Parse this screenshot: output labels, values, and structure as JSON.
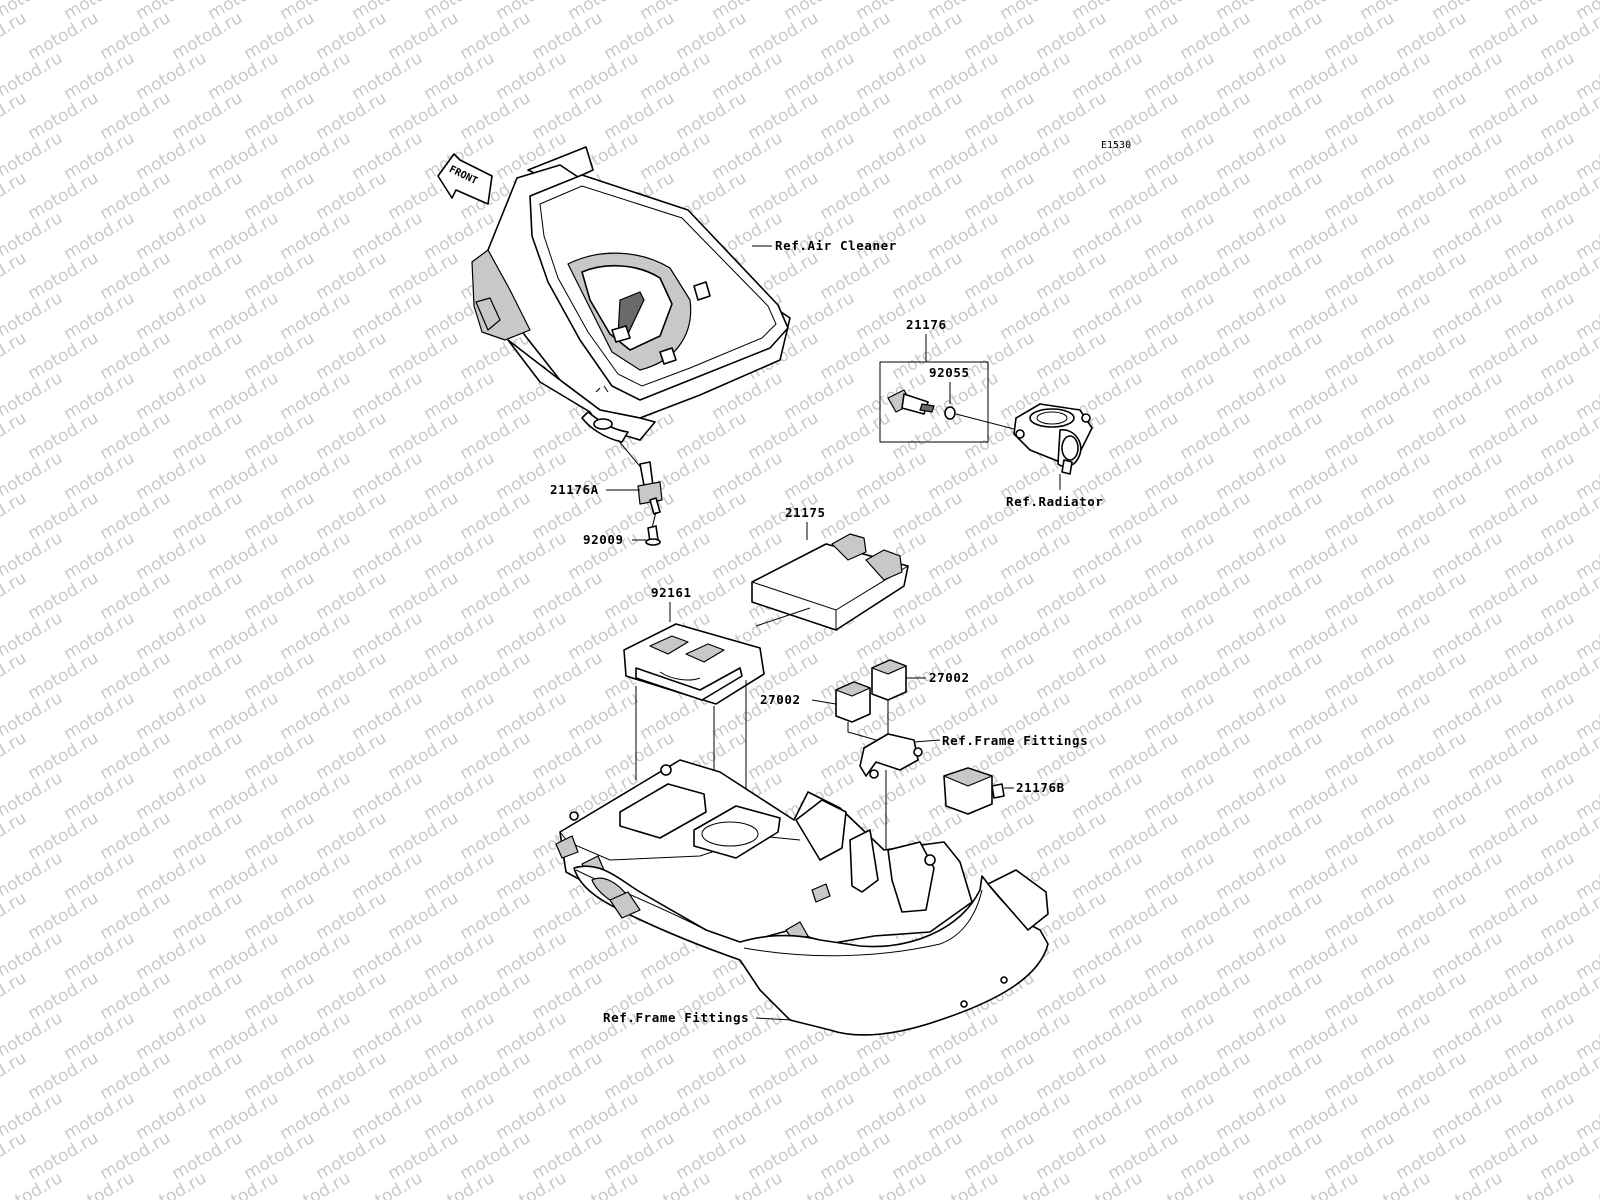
{
  "watermark": "motod.ru",
  "diagram_code": "E1530",
  "front_arrow": "FRONT",
  "labels": {
    "ref_air_cleaner": "Ref.Air Cleaner",
    "p21176": "21176",
    "p92055": "92055",
    "ref_radiator": "Ref.Radiator",
    "p21176A": "21176A",
    "p92009": "92009",
    "p21175": "21175",
    "p92161": "92161",
    "p27002_right": "27002",
    "p27002_left": "27002",
    "ref_frame_fittings_upper": "Ref.Frame Fittings",
    "p21176B": "21176B",
    "ref_frame_fittings_lower": "Ref.Frame Fittings"
  },
  "colors": {
    "watermark": "#c9c9c9",
    "line": "#000000",
    "shade": "#c8c8c8"
  }
}
